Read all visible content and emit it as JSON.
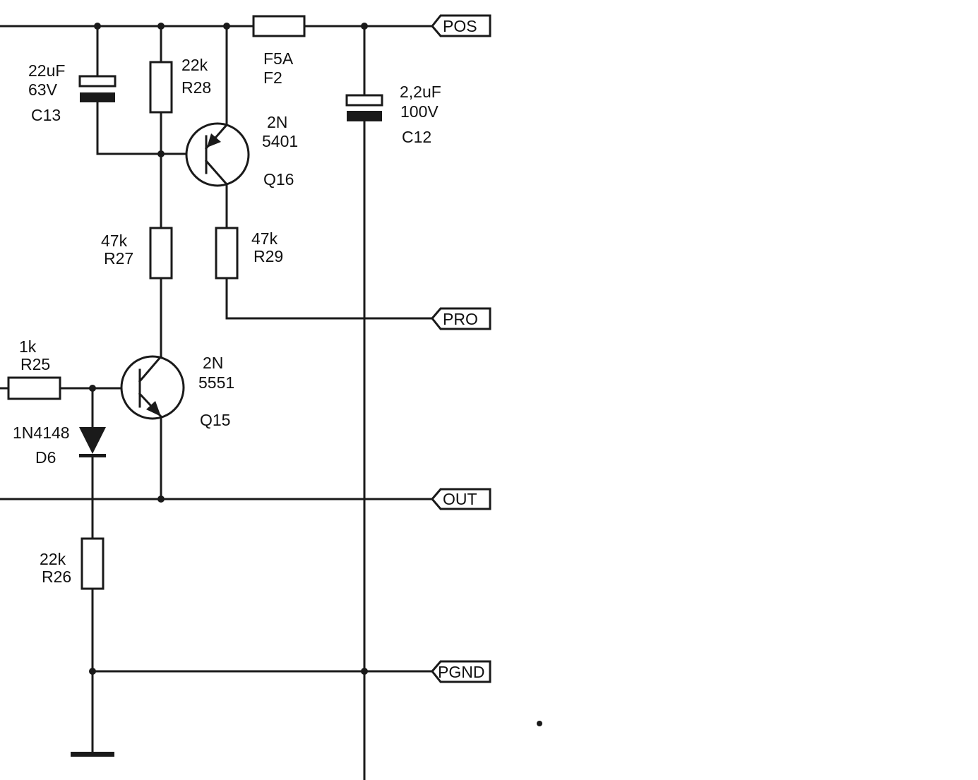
{
  "ports": [
    {
      "id": "pos",
      "label": "POS"
    },
    {
      "id": "pro",
      "label": "PRO"
    },
    {
      "id": "out",
      "label": "OUT"
    },
    {
      "id": "pgnd",
      "label": "PGND"
    }
  ],
  "components": {
    "c13": {
      "value": "22uF",
      "rating": "63V",
      "ref": "C13"
    },
    "r28": {
      "value": "22k",
      "ref": "R28"
    },
    "f2": {
      "value": "F5A",
      "ref": "F2"
    },
    "c12": {
      "value": "2,2uF",
      "rating": "100V",
      "ref": "C12"
    },
    "q16": {
      "type_line1": "2N",
      "type_line2": "5401",
      "ref": "Q16"
    },
    "r27": {
      "value": "47k",
      "ref": "R27"
    },
    "r29": {
      "value": "47k",
      "ref": "R29"
    },
    "r25": {
      "value": "1k",
      "ref": "R25"
    },
    "q15": {
      "type_line1": "2N",
      "type_line2": "5551",
      "ref": "Q15"
    },
    "d6": {
      "value": "1N4148",
      "ref": "D6"
    },
    "r26": {
      "value": "22k",
      "ref": "R26"
    }
  },
  "colors": {
    "ink": "#1a1a1a",
    "background": "#ffffff"
  }
}
